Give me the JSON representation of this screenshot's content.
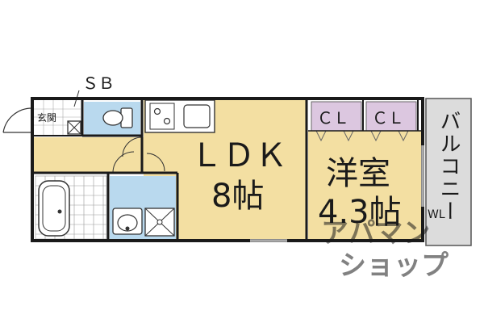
{
  "colors": {
    "wall": "#1a1a1a",
    "ldk_floor": "#f3dfa2",
    "washroom_floor": "#b9d9ee",
    "closet_fill": "#dcc7e0",
    "balcony_fill": "#dcdcdc",
    "watermark": "#d0d0d0"
  },
  "labels": {
    "sb": "ＳＢ",
    "genkan": "玄関",
    "ldk_name": "ＬＤＫ",
    "ldk_size": "8帖",
    "cl_left": "ＣＬ",
    "cl_right": "ＣＬ",
    "western_name": "洋室",
    "western_size": "4.3帖",
    "balcony": "バルコニー",
    "wl": "WL"
  },
  "watermark": {
    "line1": "アパマン",
    "line2": "ショップ"
  }
}
